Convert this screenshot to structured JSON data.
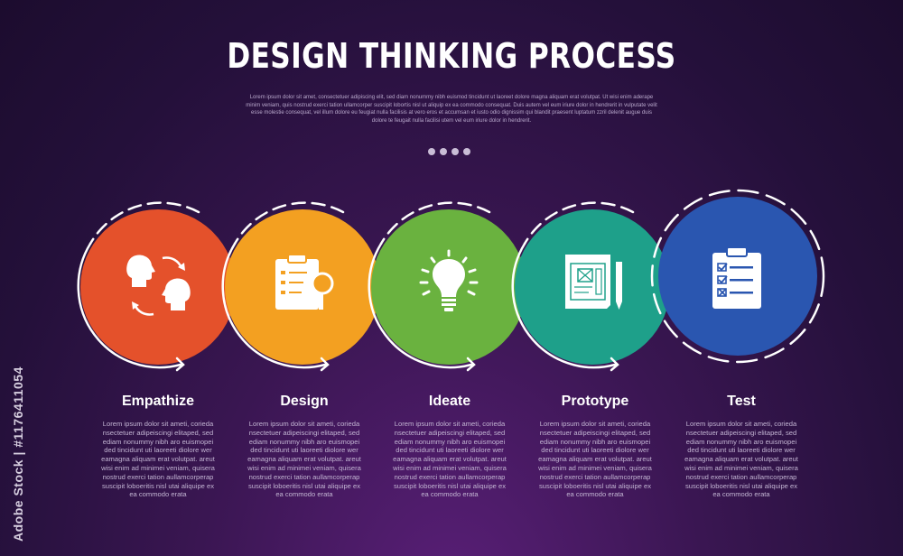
{
  "title": "DESIGN THINKING PROCESS",
  "intro": "Lorem ipsum dolor sit amet, consectetuer adipiscing elit, sed diam nonummy nibh euismod tincidunt ut laoreet dolore magna aliquam erat volutpat. Ut wisi enim aderape minim veniam, quis nostrud exerci tation ullamcorper suscipit lobortis nisl ut aliquip ex ea commodo consequat. Duis autem vel eum iriure dolor in hendrerit in vulputate velit esse molestie consequat, vel illum dolore eu feugiat nulla facilisis at vero eros et accumsan et iusto odio dignissim qui blandit praesent luptatum zzril delenit augue duis dolore te feugait nulla facilisi utem vel eum iriure dolor in hendrerit.",
  "watermark": "Adobe Stock | #1176411054",
  "steps": [
    {
      "title": "Empathize",
      "icon": "two-heads-exchange-icon",
      "color": "#e4512b",
      "desc": "Lorem ipsum dolor sit ameti, corieda nsectetuer adipeiscingi elitaped, sed ediam nonummy nibh aro euismopei ded tincidunt uti laoreeti diolore wer eamagna aliquam erat volutpat. areut wisi enim ad minimei veniam, quisera nostrud exerci tation aullamcorperap suscipit loboeritis nisl utai aliquipe ex ea commodo erata"
    },
    {
      "title": "Design",
      "icon": "clipboard-magnifier-icon",
      "color": "#f3a021",
      "desc": "Lorem ipsum dolor sit ameti, corieda nsectetuer adipeiscingi elitaped, sed ediam nonummy nibh aro euismopei ded tincidunt uti laoreeti diolore wer eamagna aliquam erat volutpat. areut wisi enim ad minimei veniam, quisera nostrud exerci tation aullamcorperap suscipit loboeritis nisl utai aliquipe ex ea commodo erata"
    },
    {
      "title": "Ideate",
      "icon": "lightbulb-icon",
      "color": "#6ab23f",
      "desc": "Lorem ipsum dolor sit ameti, corieda nsectetuer adipeiscingi elitaped, sed ediam nonummy nibh aro euismopei ded tincidunt uti laoreeti diolore wer eamagna aliquam erat volutpat. areut wisi enim ad minimei veniam, quisera nostrud exerci tation aullamcorperap suscipit loboeritis nisl utai aliquipe ex ea commodo erata"
    },
    {
      "title": "Prototype",
      "icon": "blueprint-pencil-icon",
      "color": "#1ea08a",
      "desc": "Lorem ipsum dolor sit ameti, corieda nsectetuer adipeiscingi elitaped, sed ediam nonummy nibh aro euismopei ded tincidunt uti laoreeti diolore wer eamagna aliquam erat volutpat. areut wisi enim ad minimei veniam, quisera nostrud exerci tation aullamcorperap suscipit loboeritis nisl utai aliquipe ex ea commodo erata"
    },
    {
      "title": "Test",
      "icon": "checklist-clipboard-icon",
      "color": "#2a56b0",
      "desc": "Lorem ipsum dolor sit ameti, corieda nsectetuer adipeiscingi elitaped, sed ediam nonummy nibh aro euismopei ded tincidunt uti laoreeti diolore wer eamagna aliquam erat volutpat. areut wisi enim ad minimei veniam, quisera nostrud exerci tation aullamcorperap suscipit loboeritis nisl utai aliquipe ex ea commodo erata"
    }
  ]
}
